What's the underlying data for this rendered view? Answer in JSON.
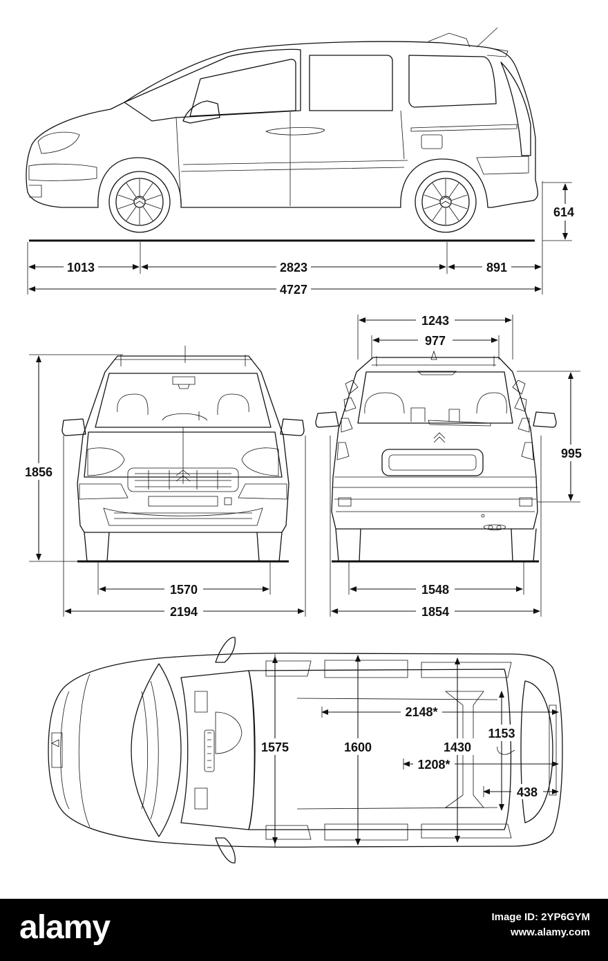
{
  "dimensions": {
    "side": {
      "front_overhang": "1013",
      "wheelbase": "2823",
      "rear_overhang": "891",
      "overall_length": "4727",
      "rear_height": "614"
    },
    "front": {
      "overall_height": "1856",
      "track": "1570",
      "overall_width": "2194"
    },
    "rear": {
      "roof_outer_width": "1243",
      "roof_inner_width": "977",
      "tailgate_height": "995",
      "track": "1548",
      "overall_width": "1854"
    },
    "top": {
      "width_front": "1575",
      "width_middle": "1600",
      "width_rear": "1430",
      "width_boot": "1153",
      "load_length_max": "2148*",
      "load_length_min": "1208*",
      "boot_length": "438"
    }
  },
  "footer": {
    "logo": "alamy",
    "image_id": "Image ID: 2YP6GYM",
    "site": "www.alamy.com"
  }
}
